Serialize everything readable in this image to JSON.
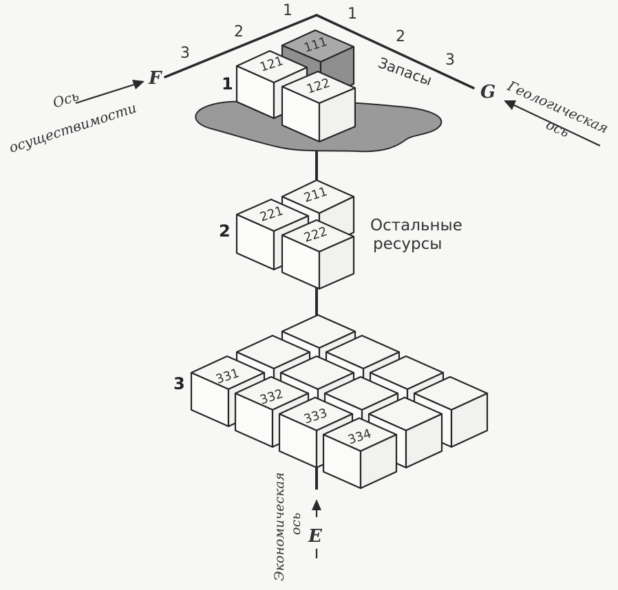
{
  "axes": {
    "f_letter": "F",
    "g_letter": "G",
    "e_letter": "E",
    "feasibility_label_1": "Ось",
    "feasibility_label_2": "осуществимости",
    "geological_label_1": "Геологическая",
    "geological_label_2": "ось",
    "economic_label_1": "Экономическая",
    "economic_label_2": "ось",
    "left_ticks": [
      "1",
      "2",
      "3"
    ],
    "right_ticks": [
      "1",
      "2",
      "3"
    ]
  },
  "levels": {
    "level1_number": "1",
    "level2_number": "2",
    "level3_number": "3",
    "reserves_label": "Запасы",
    "other_resources_line1": "Остальные",
    "other_resources_line2": "ресурсы"
  },
  "cube_labels": {
    "c111": "111",
    "c121": "121",
    "c122": "122",
    "c211": "211",
    "c221": "221",
    "c222": "222",
    "c331": "331",
    "c332": "332",
    "c333": "333",
    "c334": "334"
  },
  "colors": {
    "line": "#2a2a2a",
    "shaded_cube": "#a9a9a9",
    "reserves_blob": "#9a9a9a",
    "background": "#f7f7f5"
  }
}
